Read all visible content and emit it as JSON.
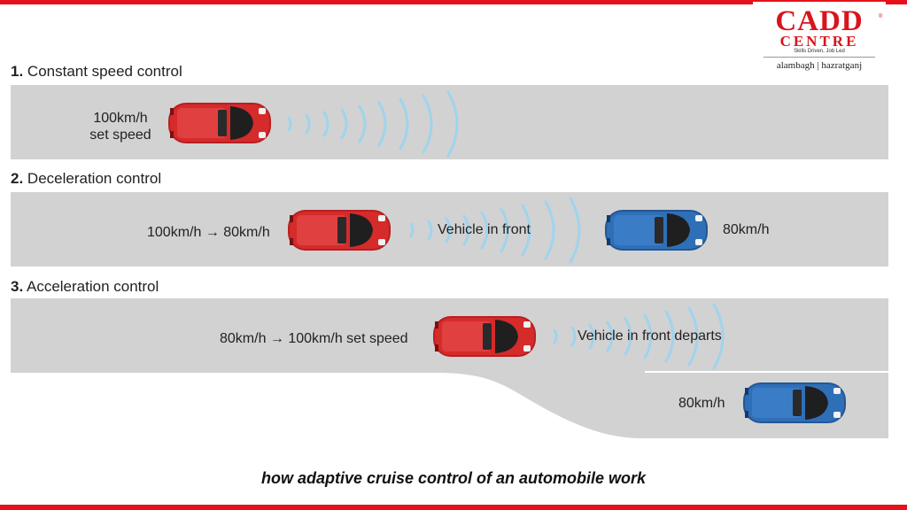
{
  "brand": {
    "line1": "CADD",
    "line2": "CENTRE",
    "registered": "®",
    "tagline": "Skills Driven, Job Led",
    "locations": "alambagh | hazratganj",
    "color": "#d8141c"
  },
  "sections": [
    {
      "number": "1.",
      "title": "Constant speed control",
      "labels": {
        "speed_line1": "100km/h",
        "speed_line2": "set speed"
      }
    },
    {
      "number": "2.",
      "title": "Deceleration control",
      "labels": {
        "speed": "100km/h → 80km/h",
        "front": "Vehicle in front",
        "front_speed": "80km/h"
      }
    },
    {
      "number": "3.",
      "title": "Acceleration control",
      "labels": {
        "speed": "80km/h → 100km/h set speed",
        "front": "Vehicle in front departs",
        "departed_speed": "80km/h"
      }
    }
  ],
  "caption": "how adaptive cruise control of an automobile work",
  "colors": {
    "accent_red": "#e8101a",
    "road": "#d2d2d2",
    "wave": "#9fd4ee",
    "car_red": "#d52b2b",
    "car_blue": "#2f6fb8"
  }
}
